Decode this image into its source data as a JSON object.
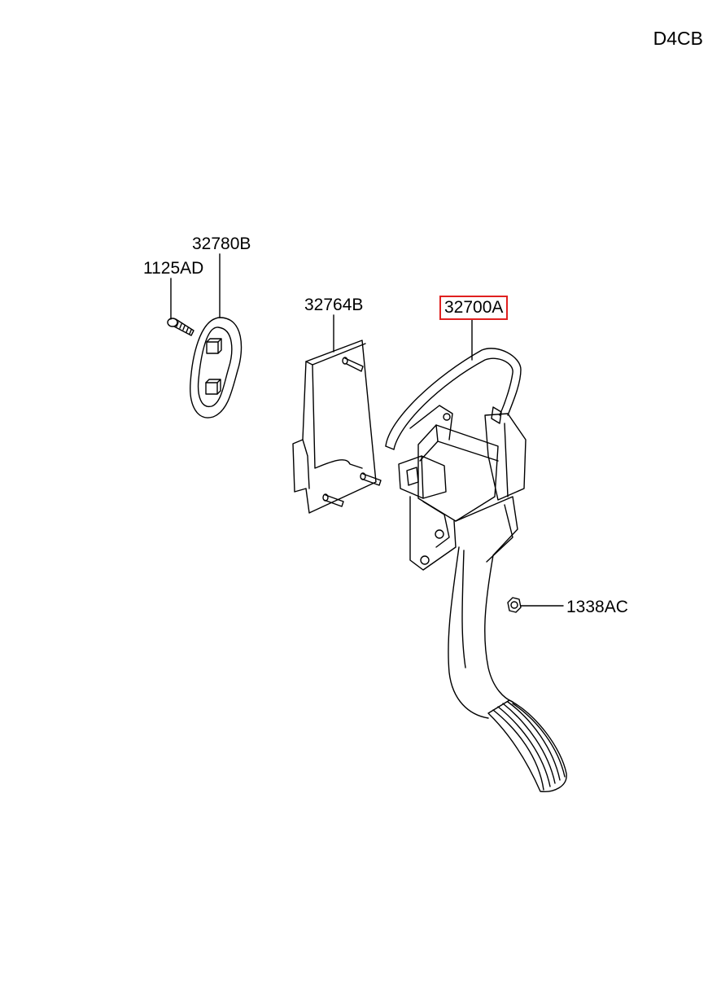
{
  "diagram": {
    "engine_code": "D4CB",
    "callouts": [
      {
        "id": "32780B",
        "label": "32780B",
        "highlighted": false
      },
      {
        "id": "1125AD",
        "label": "1125AD",
        "highlighted": false
      },
      {
        "id": "32764B",
        "label": "32764B",
        "highlighted": false
      },
      {
        "id": "32700A",
        "label": "32700A",
        "highlighted": true
      },
      {
        "id": "1338AC",
        "label": "1338AC",
        "highlighted": false
      }
    ],
    "colors": {
      "highlight_border": "#e0201f",
      "line": "#000000",
      "background": "#ffffff"
    }
  }
}
